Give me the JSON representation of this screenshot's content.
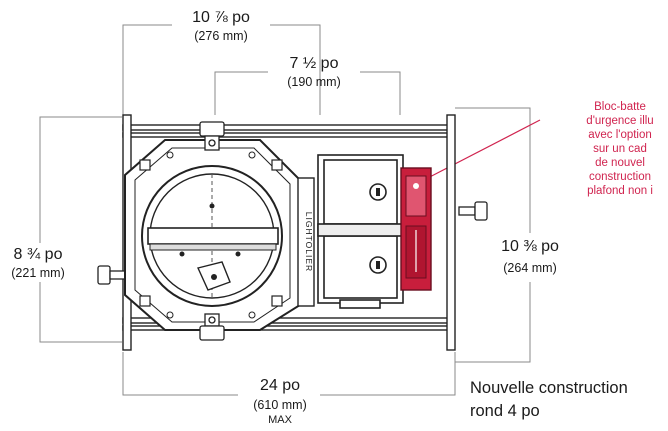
{
  "dimensions": {
    "top_width": {
      "label": "10 ⅞ po",
      "metric": "(276 mm)"
    },
    "inner_width": {
      "label": "7 ½ po",
      "metric": "(190 mm)"
    },
    "left_height": {
      "label": "8 ¾ po",
      "metric": "(221 mm)"
    },
    "right_height": {
      "label": "10 ⅜ po",
      "metric": "(264 mm)"
    },
    "bottom_width": {
      "label": "24 po",
      "metric": "(610 mm)",
      "suffix": "MAX"
    }
  },
  "callout": {
    "lines": [
      "Bloc-batte",
      "d'urgence illu",
      "avec l'option",
      "sur un cad",
      "de nouvel",
      "construction",
      "plafond non i"
    ],
    "color": "#d0244f"
  },
  "caption": {
    "line1": "Nouvelle construction",
    "line2": "rond 4 po"
  },
  "housing_text": "LIGHTOLIER",
  "colors": {
    "ink": "#222222",
    "battery": "#c81e3c",
    "callout": "#d0244f"
  }
}
